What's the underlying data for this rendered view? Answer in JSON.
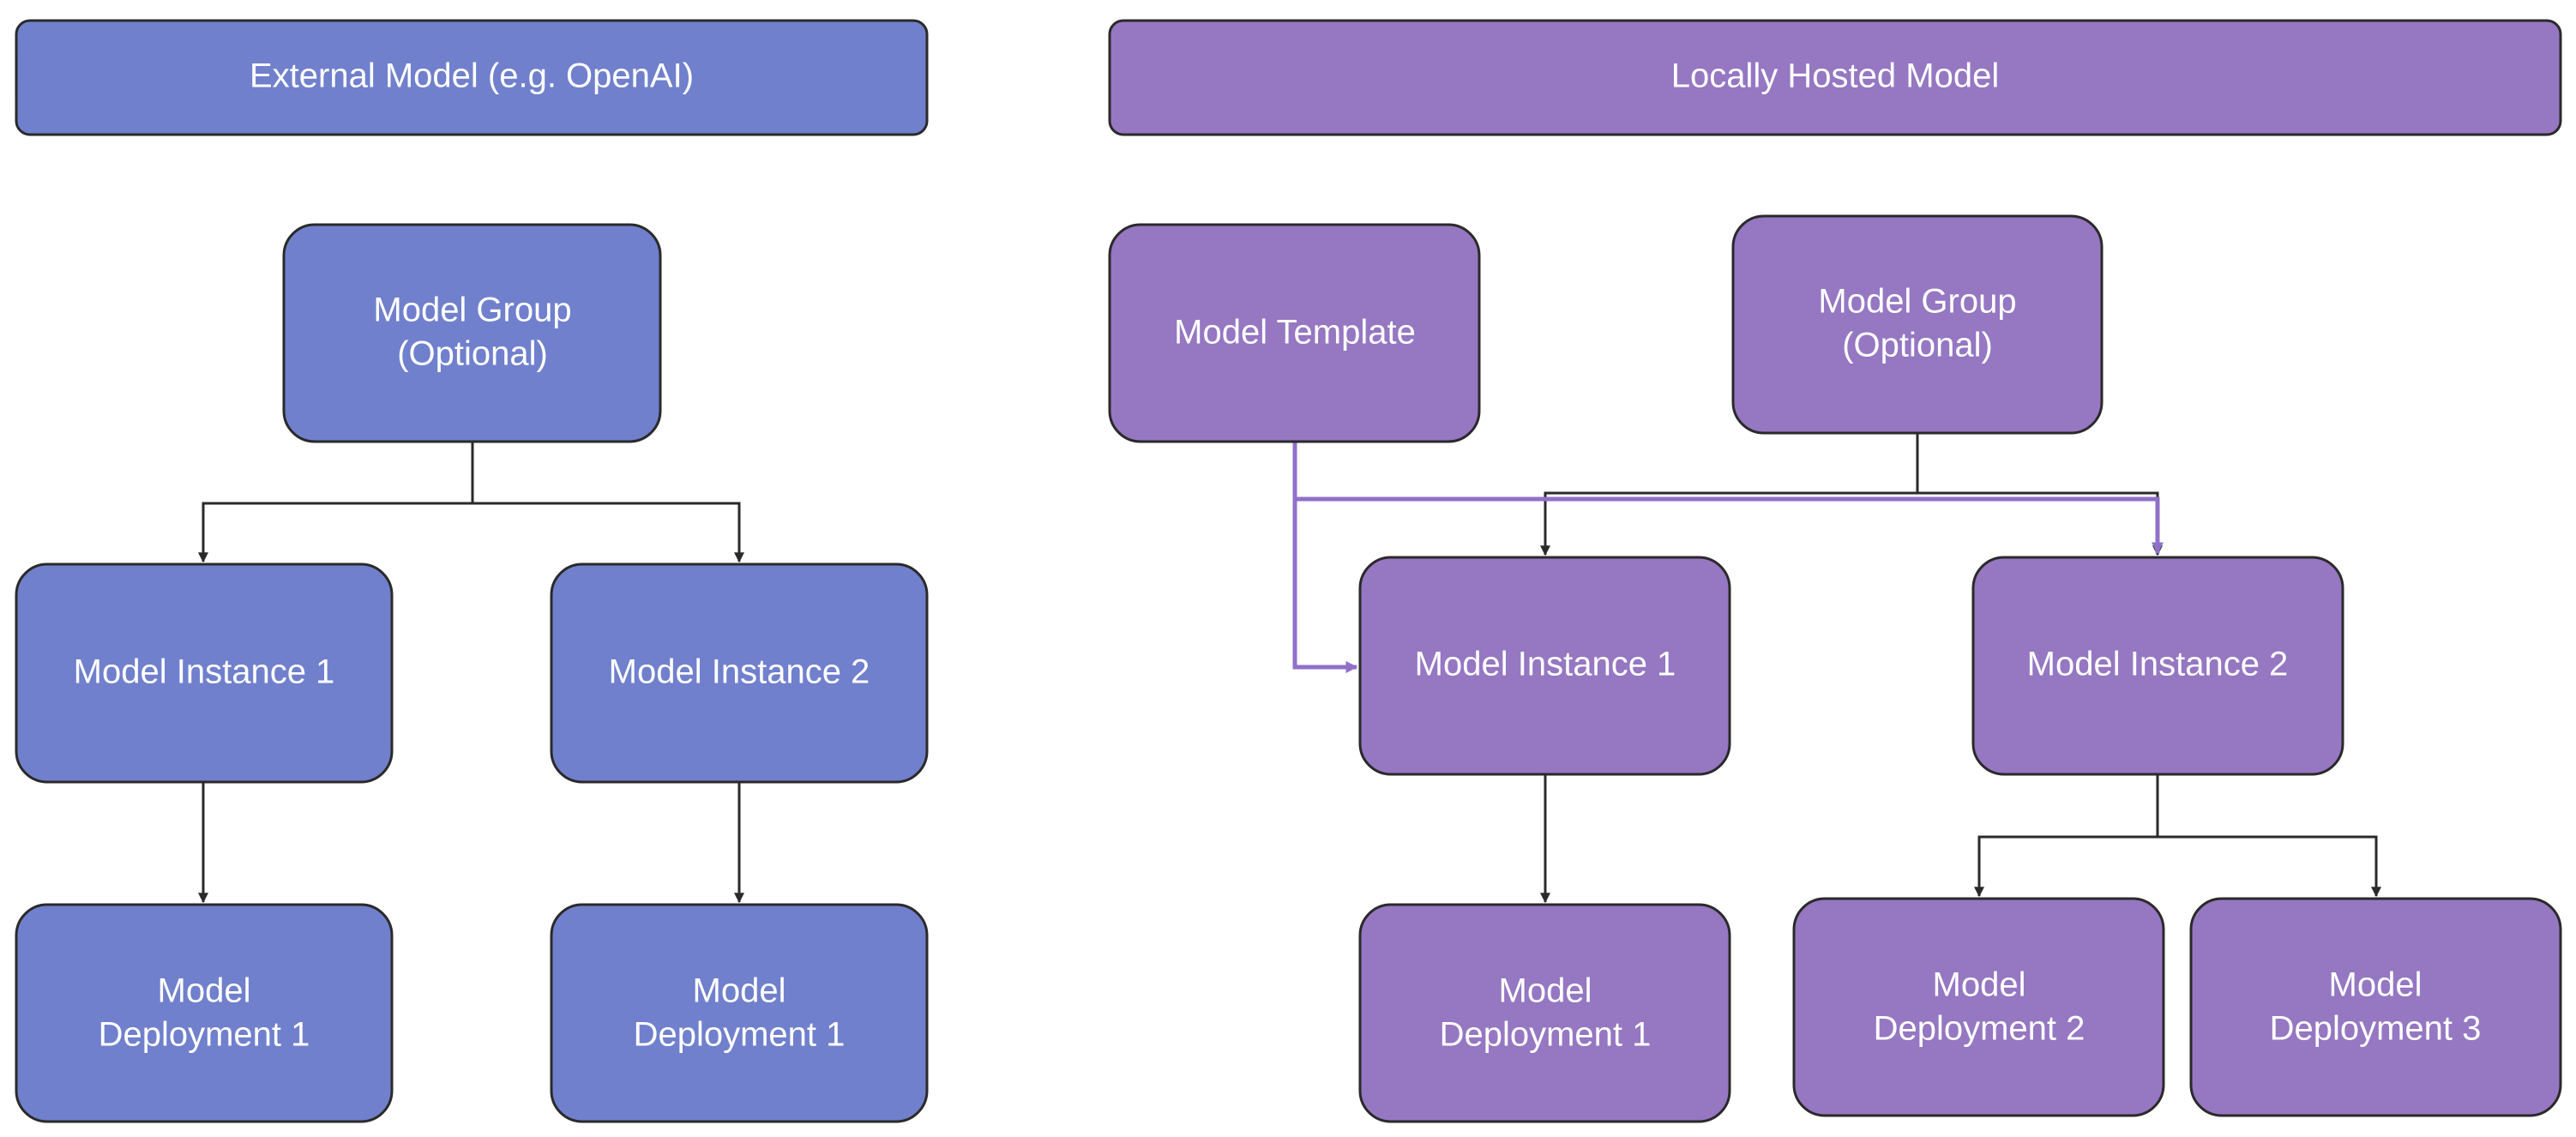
{
  "colors": {
    "external": "#7080cc",
    "local": "#9577c2",
    "border": "#2a2a2a",
    "connector": "#2a2a2a",
    "template_connector": "#9070c8"
  },
  "external": {
    "header": "External Model (e.g. OpenAI)",
    "group": [
      "Model Group",
      "(Optional)"
    ],
    "instance1": "Model Instance 1",
    "instance2": "Model Instance 2",
    "deployment1": [
      "Model",
      "Deployment 1"
    ],
    "deployment2": [
      "Model",
      "Deployment 1"
    ]
  },
  "local": {
    "header": "Locally Hosted Model",
    "template": "Model Template",
    "group": [
      "Model Group",
      "(Optional)"
    ],
    "instance1": "Model Instance 1",
    "instance2": "Model Instance 2",
    "deployment1": [
      "Model",
      "Deployment 1"
    ],
    "deployment2": [
      "Model",
      "Deployment 2"
    ],
    "deployment3": [
      "Model",
      "Deployment 3"
    ]
  }
}
